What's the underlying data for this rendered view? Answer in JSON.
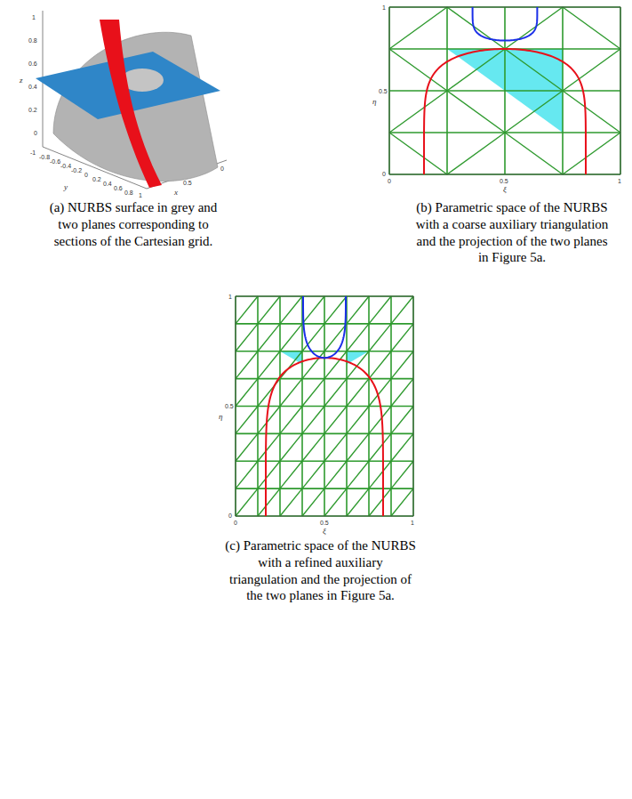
{
  "diagram": {
    "labels": [
      "(a) NURBS surface in grey and two planes corresponding to sections of the Cartesian grid.",
      "(b) Parametric space of the NURBS with a coarse auxiliary triangulation and the projection of the two planes in Figure 5a.",
      "(c) Parametric space of the NURBS with a refined auxiliary triangulation and the projection of the two planes in Figure 5a.",
      "1",
      "0.8",
      "0.6",
      "0.4",
      "0.2",
      "0",
      "z",
      "-1",
      "-0.8",
      "-0.6",
      "-0.4",
      "-0.2",
      "0",
      "0.2",
      "0.4",
      "0.6",
      "0.8",
      "1",
      "0.5",
      "0",
      "y",
      "x",
      "1",
      "0.5",
      "0",
      "η",
      "0",
      "0.5",
      "1",
      "ξ",
      "1",
      "0.5",
      "0",
      "η",
      "0",
      "0.5",
      "1",
      "ξ"
    ]
  }
}
